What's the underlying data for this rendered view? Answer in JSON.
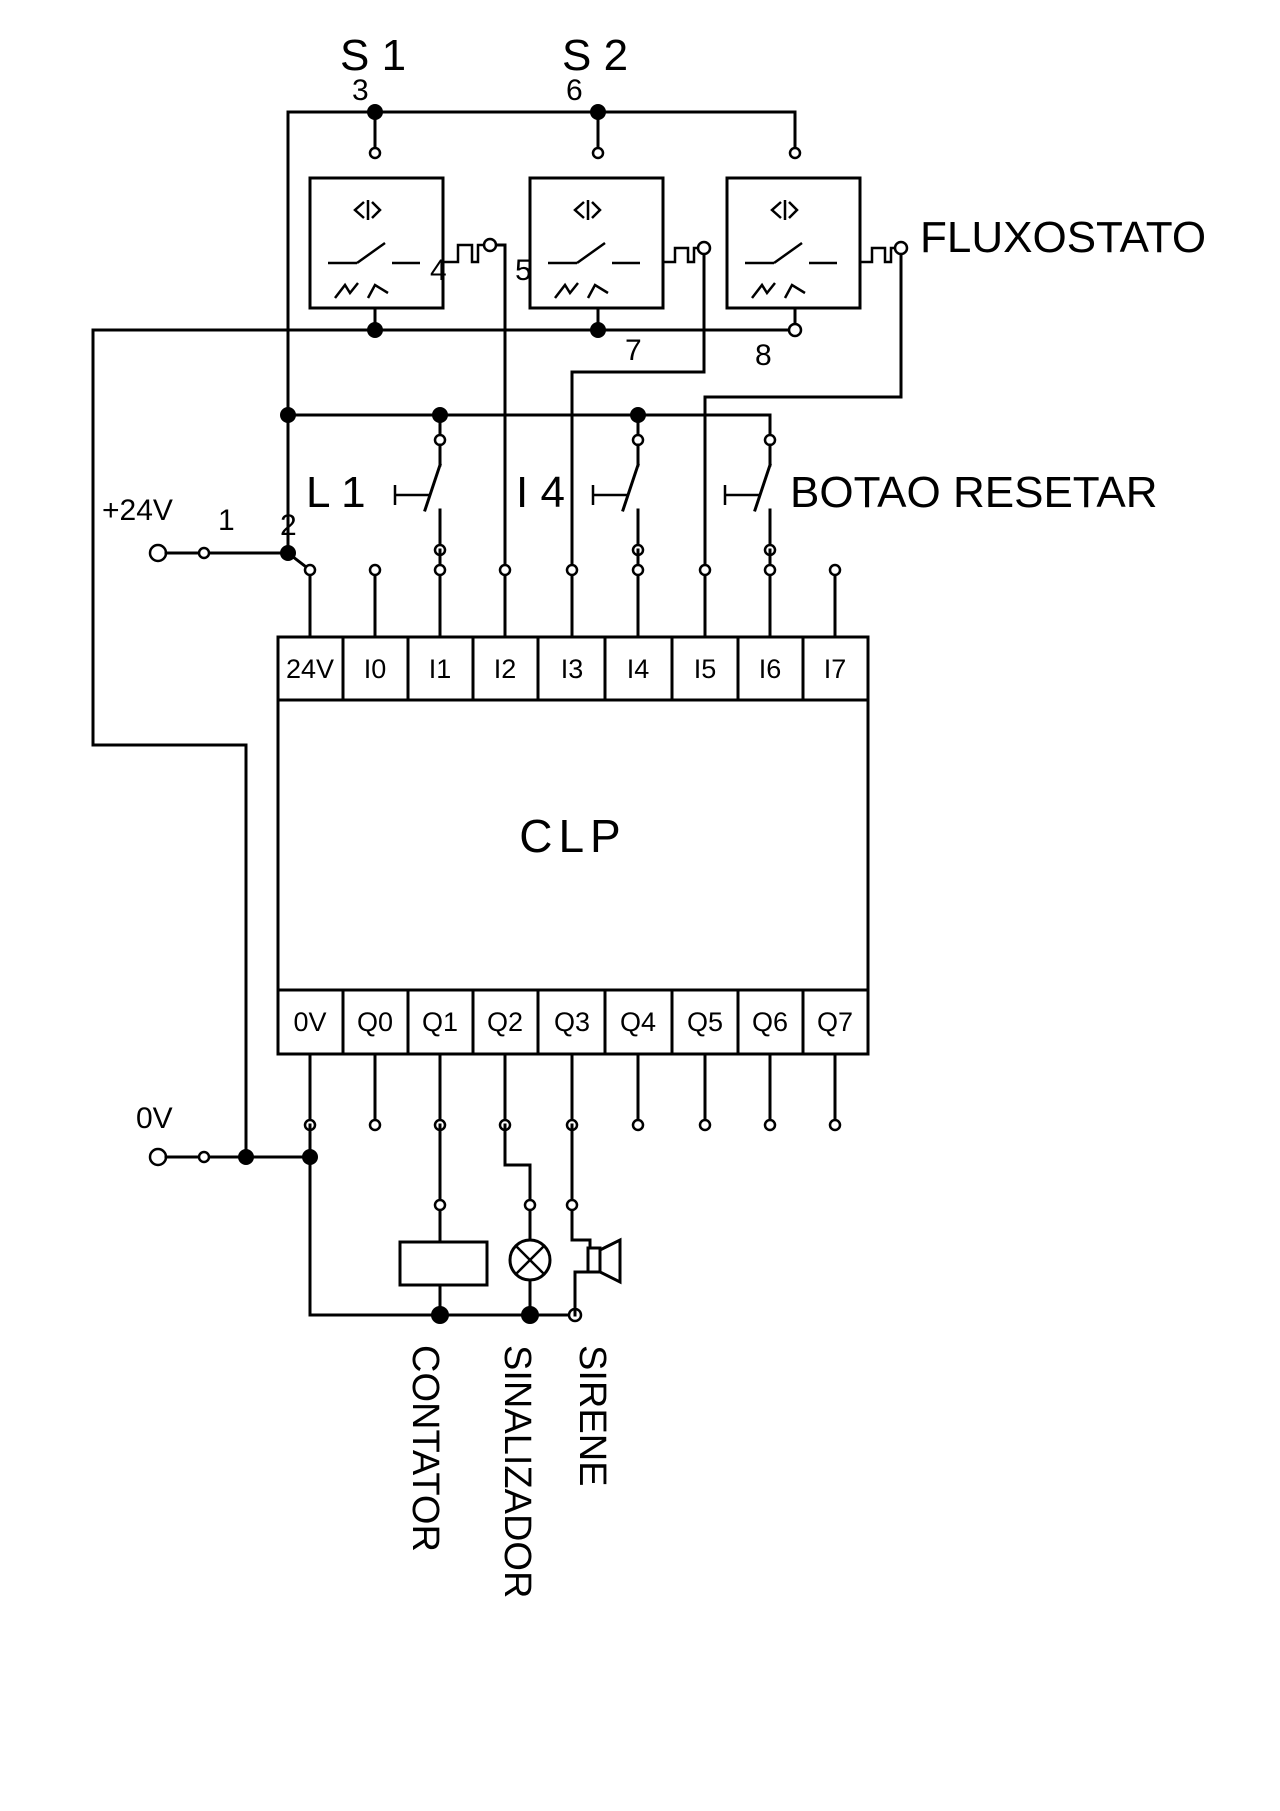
{
  "labels": {
    "s1": "S 1",
    "s2": "S 2",
    "fluxostato": "FLUXOSTATO",
    "plus24v": "+24V",
    "zero_v": "0V",
    "l1": "L 1",
    "i4": "I 4",
    "botao_resetar": "BOTAO  RESETAR",
    "clp": "CLP",
    "contator": "CONTATOR",
    "sinalizador": "SINALIZADOR",
    "sirene": "SIRENE"
  },
  "wire_numbers": [
    "1",
    "2",
    "3",
    "4",
    "5",
    "6",
    "7",
    "8"
  ],
  "input_pins": [
    "24V",
    "I0",
    "I1",
    "I2",
    "I3",
    "I4",
    "I5",
    "I6",
    "I7"
  ],
  "output_pins": [
    "0V",
    "Q0",
    "Q1",
    "Q2",
    "Q3",
    "Q4",
    "Q5",
    "Q6",
    "Q7"
  ]
}
